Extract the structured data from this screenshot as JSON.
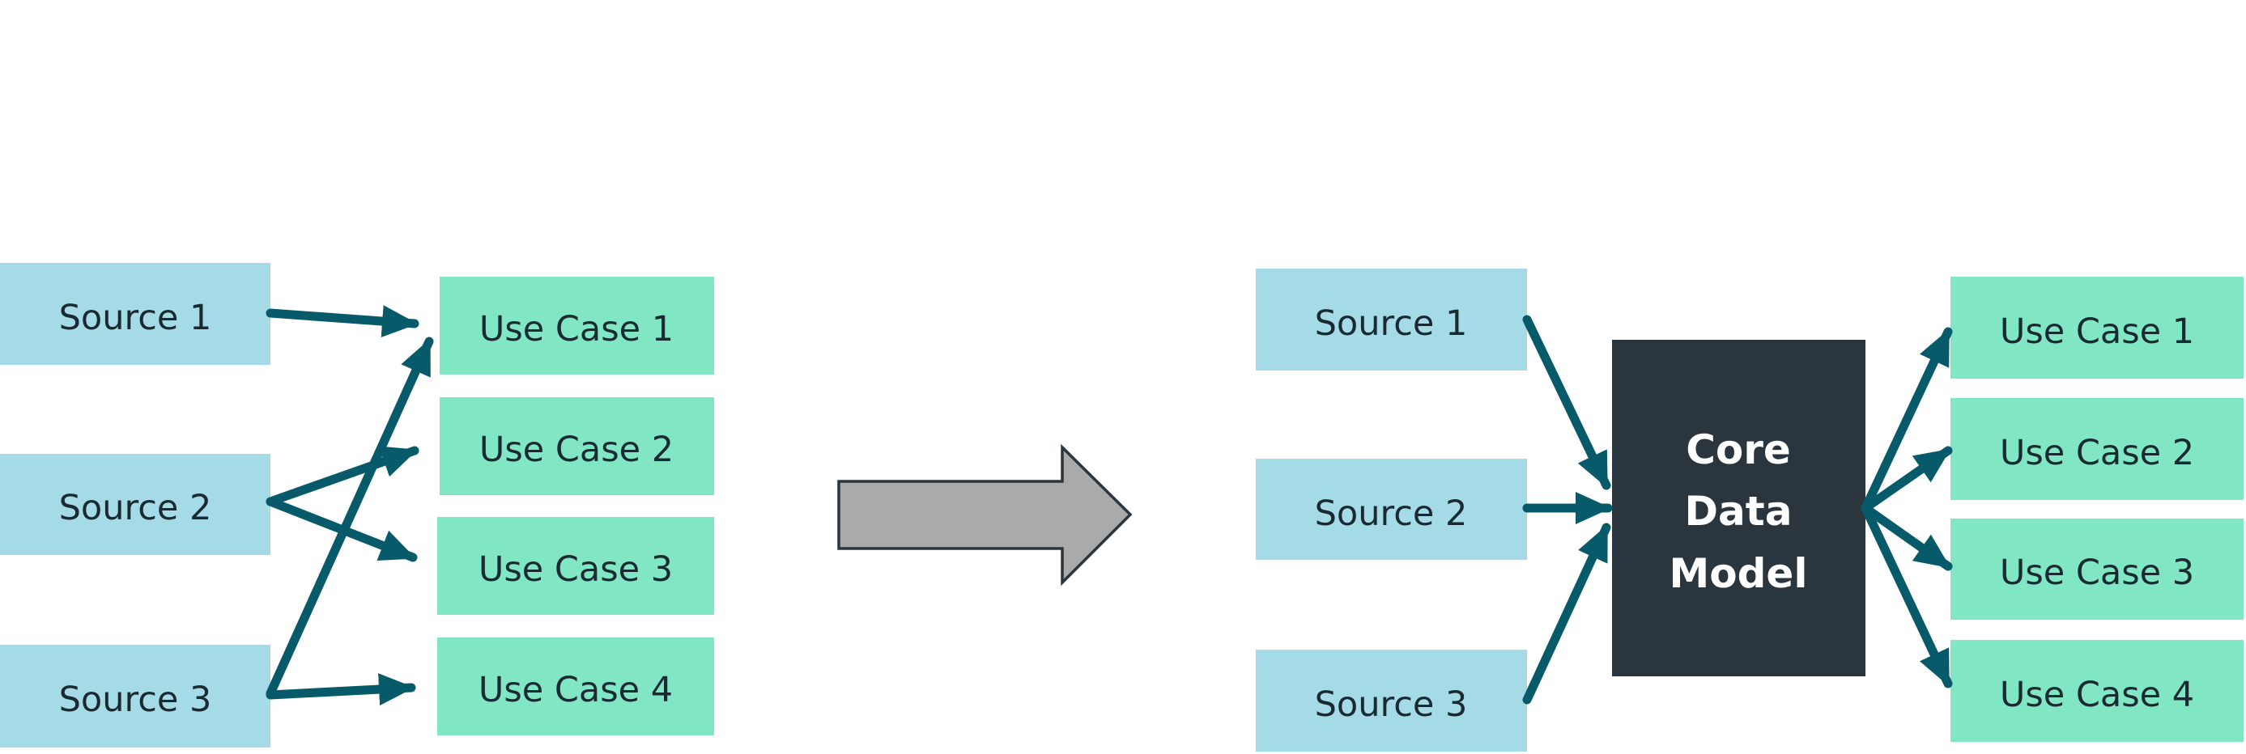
{
  "left_diagram": {
    "sources": [
      "Source 1",
      "Source 2",
      "Source 3"
    ],
    "use_cases": [
      "Use Case 1",
      "Use Case 2",
      "Use Case 3",
      "Use Case 4"
    ],
    "connections": [
      {
        "from": "Source 1",
        "to": "Use Case 1"
      },
      {
        "from": "Source 2",
        "to": "Use Case 2"
      },
      {
        "from": "Source 2",
        "to": "Use Case 3"
      },
      {
        "from": "Source 3",
        "to": "Use Case 1"
      },
      {
        "from": "Source 3",
        "to": "Use Case 4"
      }
    ]
  },
  "transition_arrow": "right-block-arrow",
  "right_diagram": {
    "sources": [
      "Source 1",
      "Source 2",
      "Source 3"
    ],
    "hub": {
      "lines": [
        "Core",
        "Data",
        "Model"
      ]
    },
    "use_cases": [
      "Use Case 1",
      "Use Case 2",
      "Use Case 3",
      "Use Case 4"
    ],
    "connections": [
      {
        "from": "Source 1",
        "to": "Core Data Model"
      },
      {
        "from": "Source 2",
        "to": "Core Data Model"
      },
      {
        "from": "Source 3",
        "to": "Core Data Model"
      },
      {
        "from": "Core Data Model",
        "to": "Use Case 1"
      },
      {
        "from": "Core Data Model",
        "to": "Use Case 2"
      },
      {
        "from": "Core Data Model",
        "to": "Use Case 3"
      },
      {
        "from": "Core Data Model",
        "to": "Use Case 4"
      }
    ]
  },
  "colors": {
    "source_fill": "#a4dbe6",
    "use_case_fill": "#80e6c4",
    "arrow": "#075a6a",
    "hub_fill": "#2b353d",
    "hub_text": "#ffffff",
    "text": "#1a2a33",
    "block_arrow_fill": "#aaaaaa",
    "block_arrow_stroke": "#2b353d"
  }
}
